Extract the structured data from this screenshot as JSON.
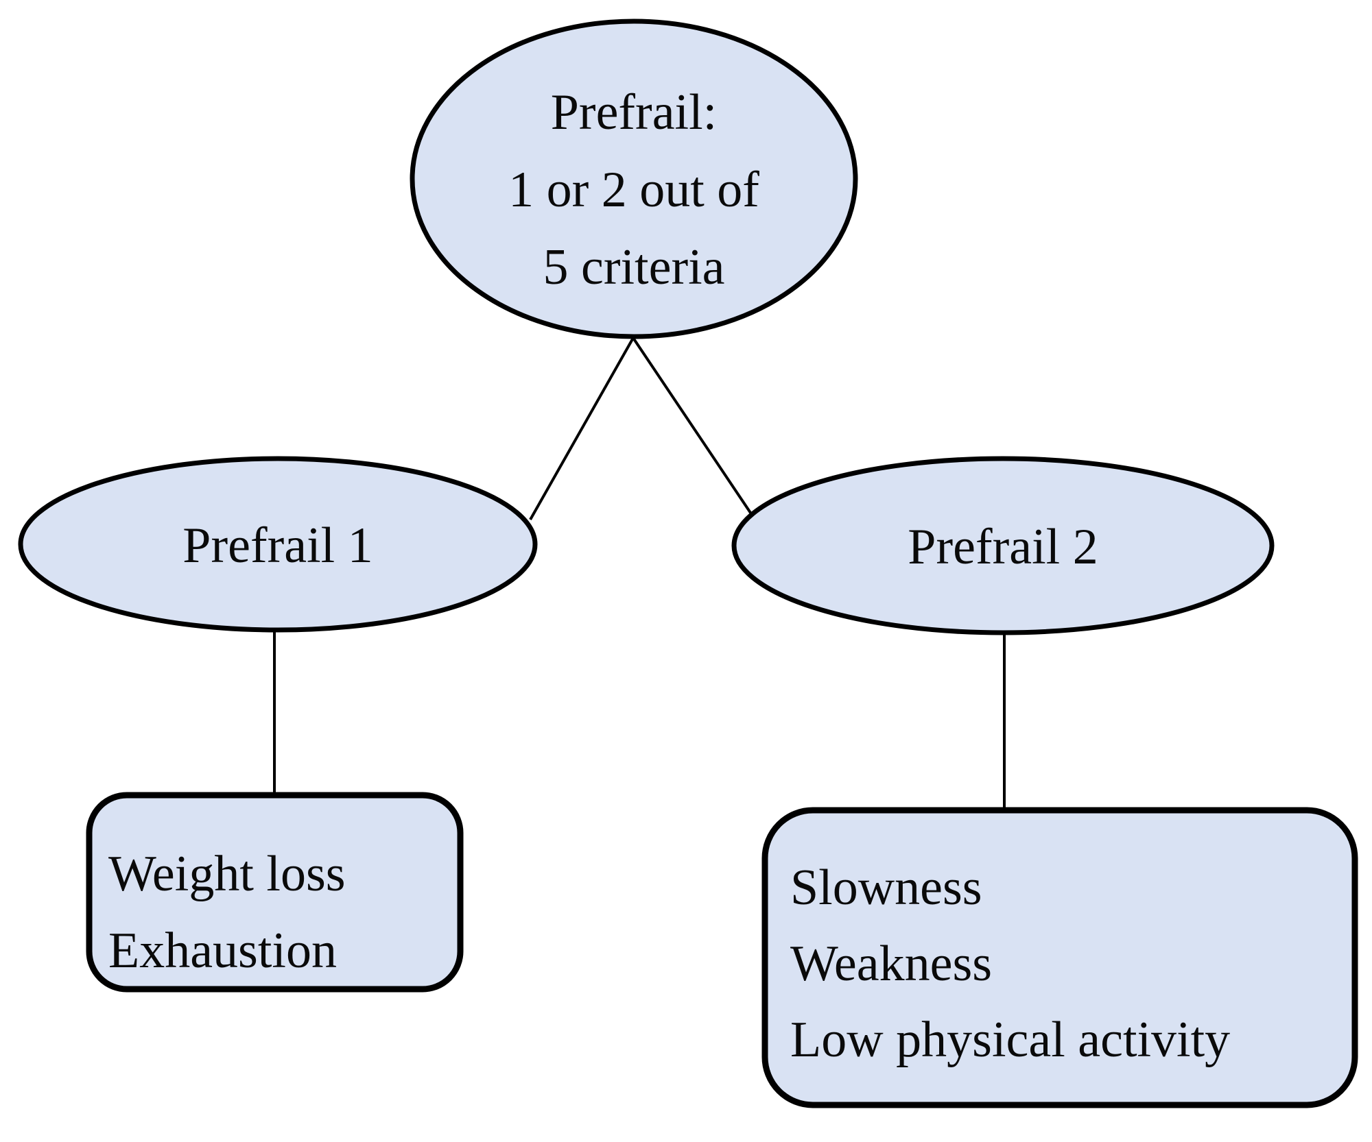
{
  "diagram": {
    "root_node": {
      "lines": [
        "Prefrail:",
        "1 or 2 out of",
        "5 criteria"
      ]
    },
    "left_node": {
      "label": "Prefrail 1"
    },
    "right_node": {
      "label": "Prefrail 2"
    },
    "left_criteria_box": {
      "lines": [
        "Weight loss",
        "Exhaustion"
      ]
    },
    "right_criteria_box": {
      "lines": [
        "Slowness",
        "Weakness",
        "Low physical activity"
      ]
    },
    "colors": {
      "node_fill": "#d9e2f3",
      "node_stroke": "#000000",
      "connector": "#000000",
      "background": "#ffffff"
    }
  }
}
